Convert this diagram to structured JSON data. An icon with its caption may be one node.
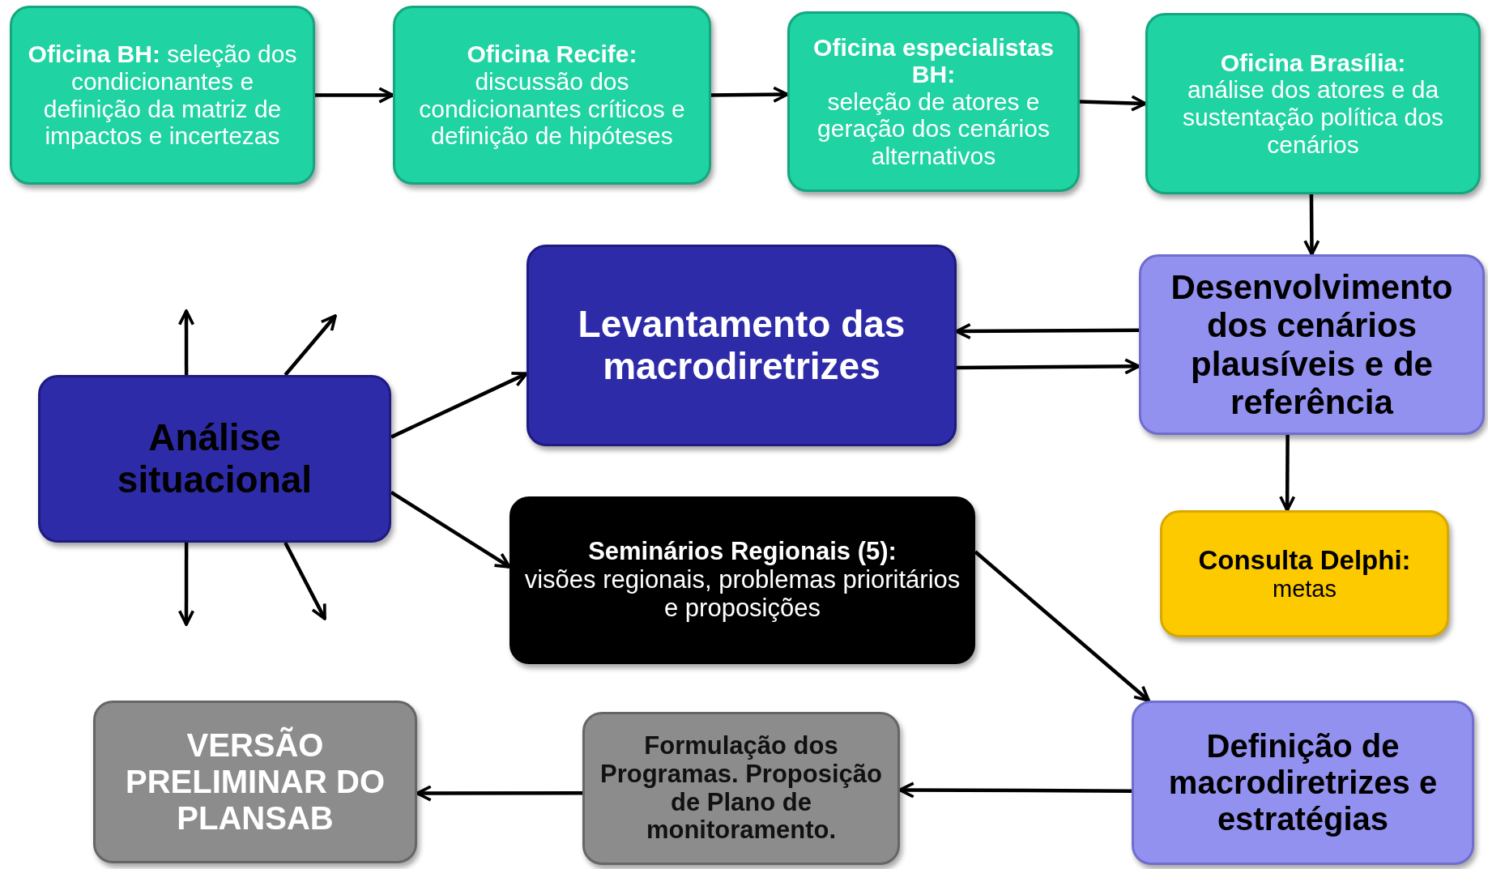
{
  "diagram": {
    "nodes": [
      {
        "text": [
          "**Oficina BH:** seleção dos  condicionantes e definição da matriz de impactos e incertezas"
        ]
      },
      {
        "text": [
          "Oficina Recife:",
          "discussão dos condicionantes críticos e definição de hipóteses"
        ]
      },
      {
        "text": [
          "Oficina especialistas BH:",
          "seleção de atores e geração dos cenários alternativos"
        ]
      },
      {
        "text": [
          "Oficina Brasília:",
          "análise dos atores e da sustentação política dos cenários"
        ]
      },
      {
        "text": [
          "Levantamento das macrodiretrizes"
        ]
      },
      {
        "text": [
          "Desenvolvimento dos cenários plausíveis e de referência"
        ]
      },
      {
        "text": [
          "Análise situacional"
        ]
      },
      {
        "text": [
          "Seminários Regionais (5):",
          "visões regionais, problemas prioritários e proposições"
        ]
      },
      {
        "text": [
          "Consulta Delphi:",
          "metas"
        ]
      },
      {
        "text": [
          "VERSÃO PRELIMINAR DO PLANSAB"
        ]
      },
      {
        "text": [
          "Formulação dos Programas. Proposição de Plano de monitoramento."
        ]
      },
      {
        "text": [
          "Definição de macrodiretrizes e estratégias"
        ]
      }
    ],
    "edges": [
      {
        "from": 0,
        "to": 1,
        "arrow": "to"
      },
      {
        "from": 1,
        "to": 2,
        "arrow": "to"
      },
      {
        "from": 2,
        "to": 3,
        "arrow": "to"
      },
      {
        "from": 3,
        "to": 5,
        "arrow": "to"
      },
      {
        "from": 6,
        "to": null,
        "arrow": "to"
      },
      {
        "from": 6,
        "to": null,
        "arrow": "to"
      },
      {
        "from": 5,
        "to": 4,
        "arrow": "to"
      },
      {
        "from": 4,
        "to": 5,
        "arrow": "to"
      },
      {
        "from": 6,
        "to": 4,
        "arrow": "to"
      },
      {
        "from": 5,
        "to": 8,
        "arrow": "to"
      },
      {
        "from": 6,
        "to": 7,
        "arrow": "to"
      },
      {
        "from": 6,
        "to": null,
        "arrow": "to"
      },
      {
        "from": 6,
        "to": null,
        "arrow": "to"
      },
      {
        "from": 7,
        "to": 11,
        "arrow": "to"
      },
      {
        "from": 11,
        "to": 10,
        "arrow": "to"
      },
      {
        "from": 10,
        "to": 9,
        "arrow": "to"
      }
    ]
  }
}
